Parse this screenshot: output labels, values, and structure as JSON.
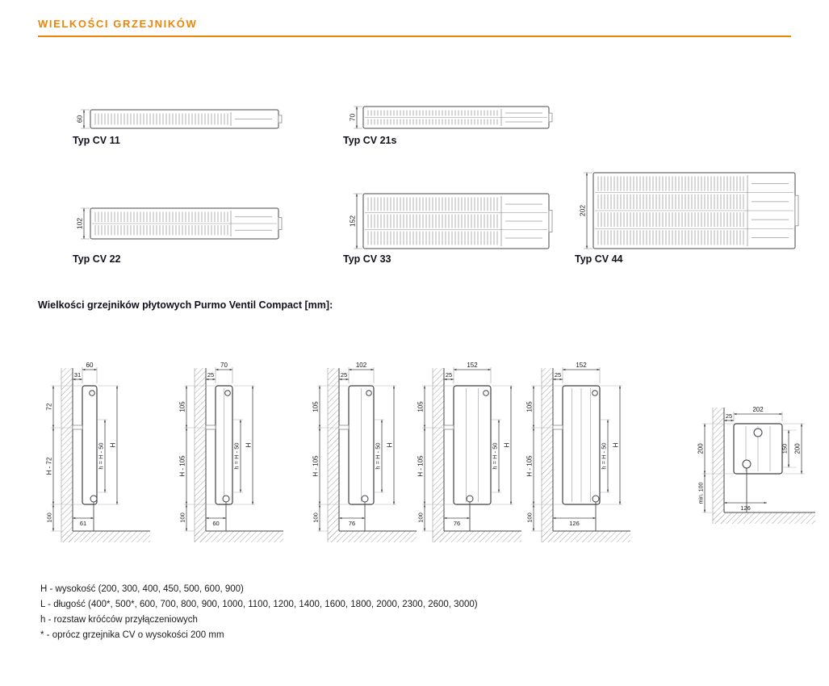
{
  "page": {
    "title": "WIELKOŚCI GRZEJNIKÓW"
  },
  "colors": {
    "accent": "#E8860B",
    "ink": "#10101e",
    "line": "#4a4a4a"
  },
  "cross_sections": {
    "items": [
      {
        "id": "cv11",
        "label": "Typ CV 11",
        "depth_label": "60",
        "depth_mm": 60,
        "panels": 1
      },
      {
        "id": "cv21s",
        "label": "Typ CV 21s",
        "depth_label": "70",
        "depth_mm": 70,
        "panels": 2
      },
      {
        "id": "cv22",
        "label": "Typ CV 22",
        "depth_label": "102",
        "depth_mm": 102,
        "panels": 2
      },
      {
        "id": "cv33",
        "label": "Typ CV 33",
        "depth_label": "152",
        "depth_mm": 152,
        "panels": 3
      },
      {
        "id": "cv44",
        "label": "Typ CV 44",
        "depth_label": "202",
        "depth_mm": 202,
        "panels": 4
      }
    ]
  },
  "side_section": {
    "title": "Wielkości grzejników płytowych Purmo Ventil Compact [mm]:",
    "views": [
      {
        "top_width": "60",
        "wall_gap": "31",
        "top_height": "72",
        "mid_height": "H - 72",
        "floor_height": "100",
        "pipe_spacing": "h = H - 50",
        "total_height": "H",
        "bottom_offset": "61",
        "depth_mm": 60,
        "panels": 1
      },
      {
        "top_width": "70",
        "wall_gap": "25",
        "top_height": "105",
        "mid_height": "H - 105",
        "floor_height": "100",
        "pipe_spacing": "h = H - 50",
        "total_height": "H",
        "bottom_offset": "60",
        "depth_mm": 70,
        "panels": 2
      },
      {
        "top_width": "102",
        "wall_gap": "25",
        "top_height": "105",
        "mid_height": "H - 105",
        "floor_height": "100",
        "pipe_spacing": "h = H - 50",
        "total_height": "H",
        "bottom_offset": "76",
        "depth_mm": 102,
        "panels": 2
      },
      {
        "top_width": "152",
        "wall_gap": "25",
        "top_height": "105",
        "mid_height": "H - 105",
        "floor_height": "100",
        "pipe_spacing": "h = H - 50",
        "total_height": "H",
        "bottom_offset": "76",
        "depth_mm": 152,
        "panels": 3
      },
      {
        "top_width": "152",
        "wall_gap": "25",
        "top_height": "105",
        "mid_height": "H - 105",
        "floor_height": "100",
        "pipe_spacing": "h = H - 50",
        "total_height": "H",
        "bottom_offset": "126",
        "depth_mm": 152,
        "panels": 4
      }
    ],
    "detail": {
      "top_width": "202",
      "wall_gap": "25",
      "left_height": "200",
      "min_floor": "min. 100",
      "inner_right": "150",
      "outer_right": "200",
      "bottom_offset": "126",
      "depth_mm": 202
    }
  },
  "legend": {
    "lines": [
      "H - wysokość (200, 300, 400, 450, 500, 600, 900)",
      "L - długość (400*, 500*, 600, 700, 800, 900, 1000, 1100, 1200, 1400, 1600, 1800, 2000, 2300, 2600, 3000)",
      "h - rozstaw króćców przyłączeniowych",
      "* - oprócz grzejnika CV o wysokości 200 mm"
    ]
  }
}
